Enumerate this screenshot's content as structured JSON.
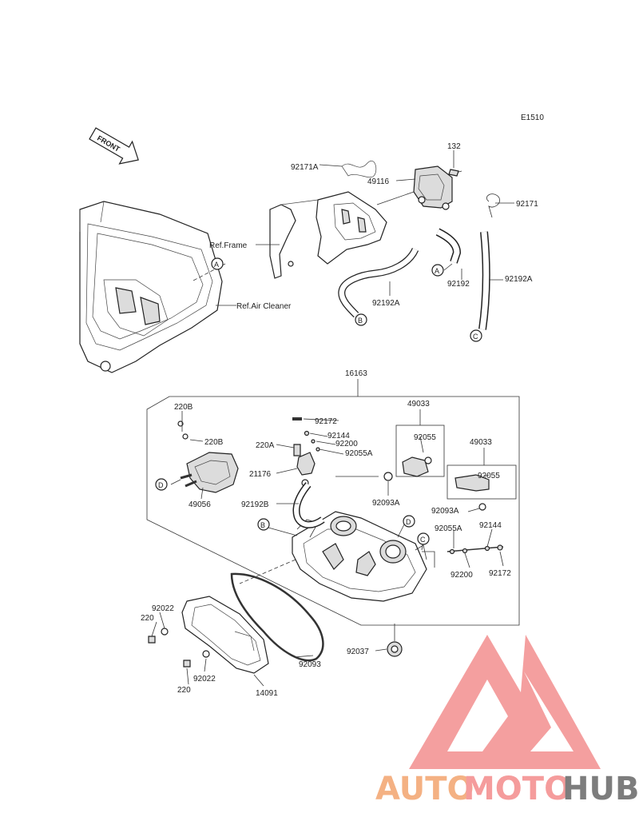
{
  "diagram_code": "E1510",
  "front_label": "FRONT",
  "references": {
    "frame": "Ref.Frame",
    "air_cleaner": "Ref.Air Cleaner"
  },
  "connectors": {
    "a": "A",
    "b": "B",
    "c": "C",
    "d": "D"
  },
  "parts_upper": {
    "p132": "132",
    "p92171A": "92171A",
    "p49116": "49116",
    "p92171": "92171",
    "p92192": "92192",
    "p92192A_left": "92192A",
    "p92192A_right": "92192A"
  },
  "assembly_label": "16163",
  "parts_lower": {
    "p220B_a": "220B",
    "p220B_b": "220B",
    "p49056": "49056",
    "p92172": "92172",
    "p92144": "92144",
    "p220A": "220A",
    "p92200": "92200",
    "p92055A": "92055A",
    "p21176": "21176",
    "p92192B": "92192B",
    "p49033_a": "49033",
    "p92055_a": "92055",
    "p92093A_a": "92093A",
    "p49033_b": "49033",
    "p92055_b": "92055",
    "p92093A_b": "92093A",
    "p92055A_b": "92055A",
    "p92144_b": "92144",
    "p92200_b": "92200",
    "p92172_b": "92172",
    "p92022_a": "92022",
    "p220_a": "220",
    "p92093": "92093",
    "p92037": "92037",
    "p92022_b": "92022",
    "p220_b": "220",
    "p14091": "14091"
  },
  "watermark": {
    "part1": "AUTO",
    "part2": "MOTO",
    "part3": "HUB"
  },
  "colors": {
    "wm_orange": "#f4b183",
    "wm_pink": "#f59c9c",
    "wm_gray": "#7d7d7d",
    "triangle": "#f28e8e"
  }
}
